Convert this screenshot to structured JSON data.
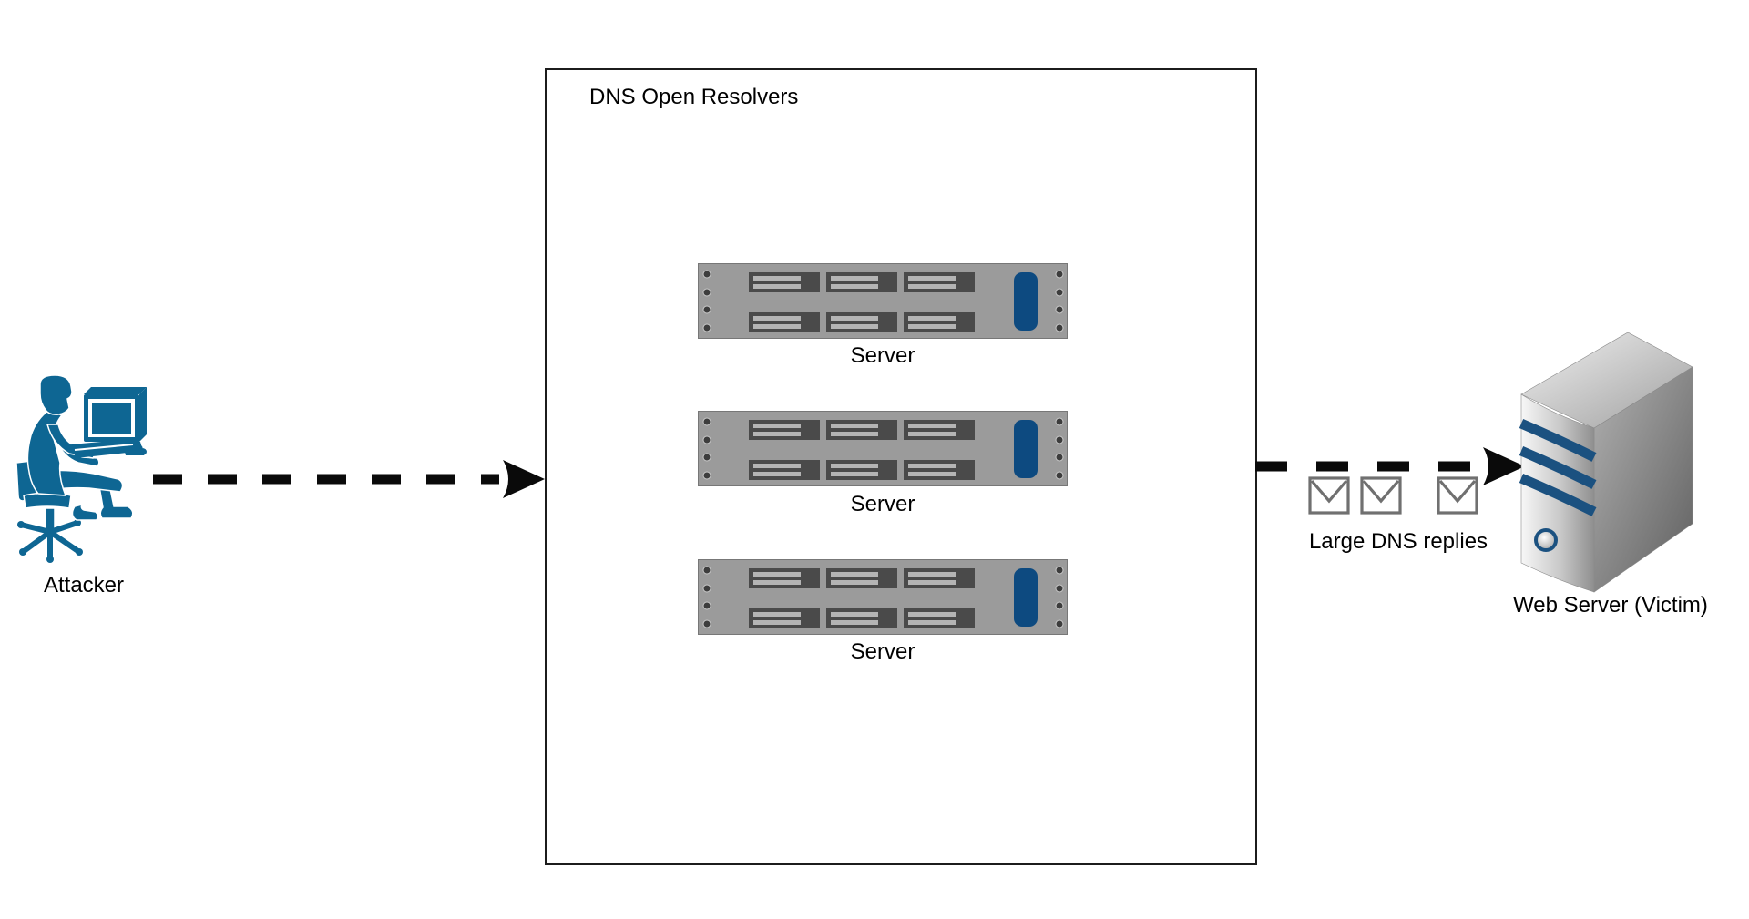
{
  "diagram": {
    "attacker": {
      "label": "Attacker",
      "icon": "person-at-computer-icon"
    },
    "resolver_box": {
      "title": "DNS Open Resolvers",
      "servers": [
        {
          "label": "Server",
          "icon": "server-rack-icon"
        },
        {
          "label": "Server",
          "icon": "server-rack-icon"
        },
        {
          "label": "Server",
          "icon": "server-rack-icon"
        }
      ]
    },
    "flows": {
      "attack_arrow": {
        "style": "dashed",
        "from": "Attacker",
        "to": "DNS Open Resolvers"
      },
      "reply_arrow": {
        "style": "dashed",
        "from": "DNS Open Resolvers",
        "to": "Web Server (Victim)",
        "label": "Large DNS replies",
        "envelope_count": 3
      }
    },
    "victim": {
      "label": "Web Server (Victim)",
      "icon": "tower-server-icon"
    },
    "colors": {
      "attacker_teal": "#0e6693",
      "arrow_black": "#0a0a0a",
      "box_border": "#1c1c1c",
      "rack_body": "#9b9b9b",
      "rack_bay": "#4a4a4a",
      "rack_bay_stripe": "#b4b4b4",
      "rack_badge_navy": "#0d4a80",
      "tower_stripe_navy": "#1b5180",
      "envelope_gray": "#707070",
      "text": "#000000"
    }
  }
}
